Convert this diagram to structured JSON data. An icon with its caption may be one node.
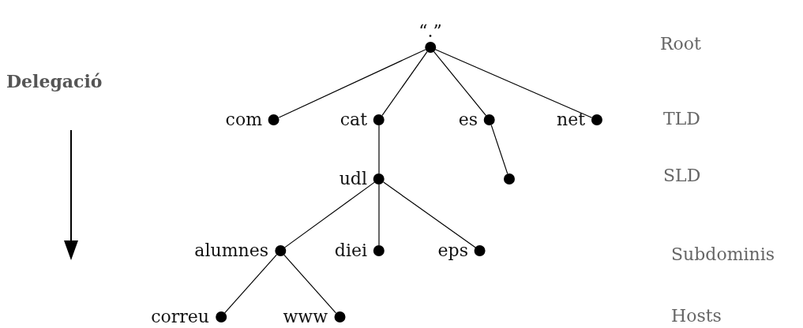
{
  "diagram": {
    "nodes": [
      {
        "text": [
          "“.”"
        ]
      },
      {
        "text": [
          "com"
        ]
      },
      {
        "text": [
          "cat"
        ]
      },
      {
        "text": [
          "es"
        ]
      },
      {
        "text": [
          "net"
        ]
      },
      {
        "text": [
          "udl"
        ]
      },
      {
        "text": [],
        "shape": "circle"
      },
      {
        "text": [
          "alumnes"
        ]
      },
      {
        "text": [
          "diei"
        ]
      },
      {
        "text": [
          "eps"
        ]
      },
      {
        "text": [
          "correu"
        ]
      },
      {
        "text": [
          "www"
        ]
      }
    ],
    "edges": [
      {
        "from": 0,
        "to": 1,
        "arrow": "none"
      },
      {
        "from": 0,
        "to": 2,
        "arrow": "none"
      },
      {
        "from": 0,
        "to": 3,
        "arrow": "none"
      },
      {
        "from": 0,
        "to": 4,
        "arrow": "none"
      },
      {
        "from": 2,
        "to": 5,
        "arrow": "none"
      },
      {
        "from": 3,
        "to": 6,
        "arrow": "none"
      },
      {
        "from": 5,
        "to": 7,
        "arrow": "none"
      },
      {
        "from": 5,
        "to": 8,
        "arrow": "none"
      },
      {
        "from": 5,
        "to": 9,
        "arrow": "none"
      },
      {
        "from": 7,
        "to": 10,
        "arrow": "none"
      },
      {
        "from": 7,
        "to": 11,
        "arrow": "none"
      }
    ],
    "labels": [
      "Root",
      "Delegació",
      "TLD",
      "SLD",
      "Subdominis",
      "Hosts"
    ]
  }
}
